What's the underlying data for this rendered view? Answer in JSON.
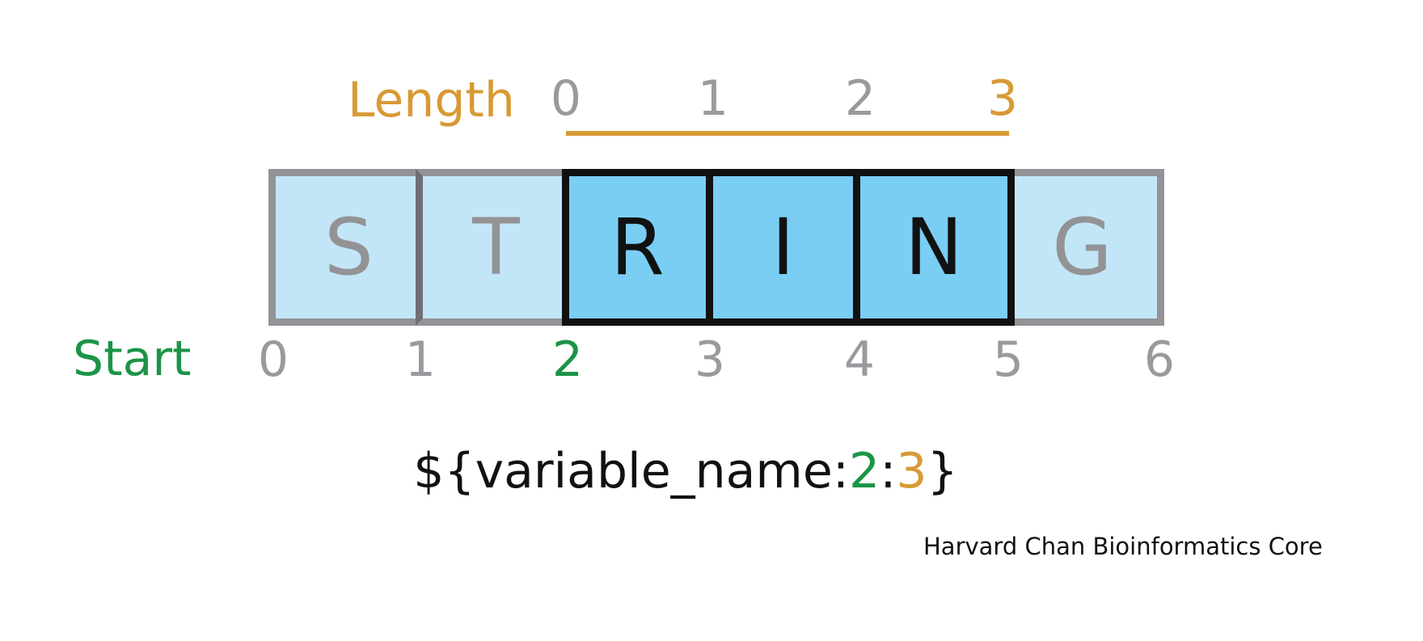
{
  "length_label": "Length",
  "length_indices": [
    "0",
    "1",
    "2",
    "3"
  ],
  "start_label": "Start",
  "start_indices": [
    "0",
    "1",
    "2",
    "3",
    "4",
    "5",
    "6"
  ],
  "letters": [
    "S",
    "T",
    "R",
    "I",
    "N",
    "G"
  ],
  "selected_letters": [
    2,
    3,
    4
  ],
  "code": {
    "prefix": "${variable_name:",
    "start_value": "2",
    "separator": ":",
    "length_value": "3",
    "suffix": "}"
  },
  "credit": "Harvard Chan Bioinformatics Core",
  "colors": {
    "length": "#d89a35",
    "start": "#1c9447",
    "cell_light": "#c2e6f8",
    "cell_selected": "#7acef3",
    "outline_gray": "#939397",
    "outline_black": "#111111"
  }
}
